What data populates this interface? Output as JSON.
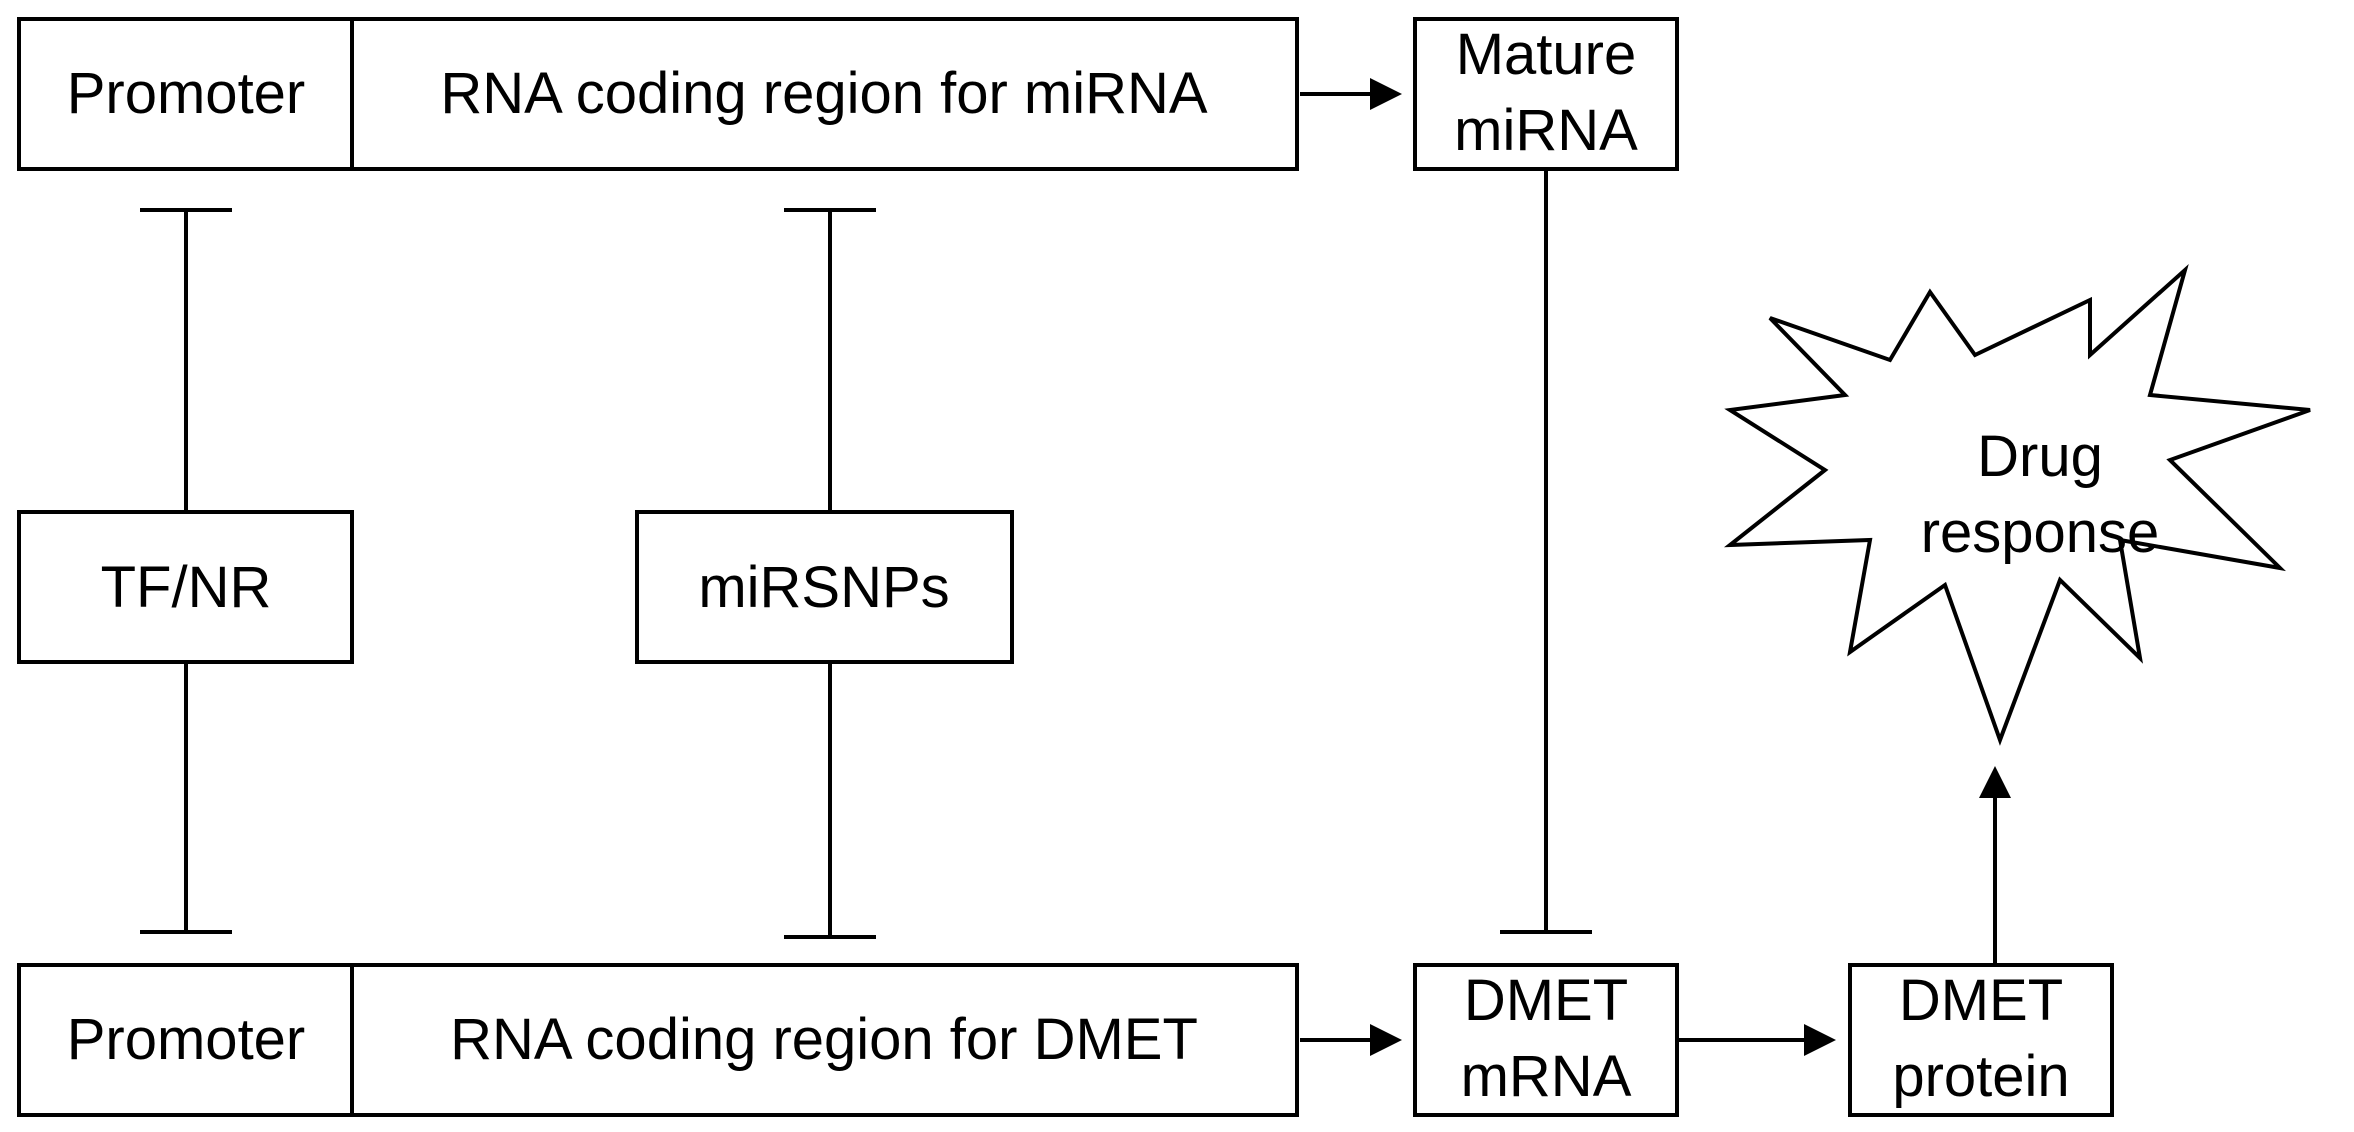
{
  "mirna_gene": {
    "promoter_label": "Promoter",
    "coding_label": "RNA coding region for miRNA"
  },
  "mature_mirna": {
    "line1": "Mature",
    "line2": "miRNA"
  },
  "tf_nr": {
    "label": "TF/NR"
  },
  "mirsnps": {
    "label": "miRSNPs"
  },
  "drug_response": {
    "line1": "Drug",
    "line2": "response"
  },
  "dmet_gene": {
    "promoter_label": "Promoter",
    "coding_label": "RNA coding region for DMET"
  },
  "dmet_mrna": {
    "line1": "DMET",
    "line2": "mRNA"
  },
  "dmet_protein": {
    "line1": "DMET",
    "line2": "protein"
  }
}
